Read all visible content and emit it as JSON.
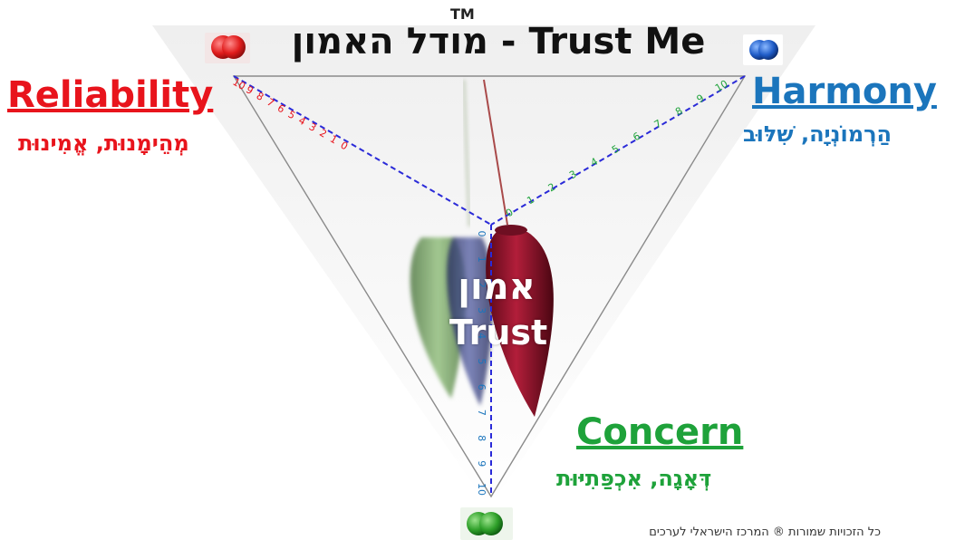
{
  "title": {
    "text": "מודל האמון - Trust Me",
    "tm": "TM"
  },
  "center": {
    "hebrew": "אמון",
    "english": "Trust"
  },
  "axes": {
    "reliability": {
      "english": "Reliability",
      "hebrew": "מְהֵימָנוּת, אֱמִינוּת",
      "color": "#e8141c"
    },
    "harmony": {
      "english": "Harmony",
      "hebrew": "הַרְמוֹנְיָה, שִׁלּוּב",
      "color": "#1b75bc"
    },
    "concern": {
      "english": "Concern",
      "hebrew": "דְּאָגָה, אִכְפַּתִיּוּת",
      "color": "#1ea23a"
    }
  },
  "scale": {
    "left_ticks": [
      "10",
      "9",
      "8",
      "7",
      "6",
      "5",
      "4",
      "3",
      "2",
      "1",
      "0"
    ],
    "right_ticks": [
      "0",
      "1",
      "2",
      "3",
      "4",
      "5",
      "6",
      "7",
      "8",
      "9",
      "10"
    ],
    "bottom_ticks": [
      "0",
      "1",
      "2",
      "3",
      "4",
      "5",
      "6",
      "7",
      "8",
      "9",
      "10"
    ]
  },
  "colors": {
    "axis_line": "#2a2ad8",
    "triangle_stroke": "#8a8a8a",
    "pendulum_red": "#9b1530",
    "pendulum_green": "#5e8f4b",
    "pendulum_blue": "#3d4580"
  },
  "icons": {
    "left_marker": "red-balls-icon",
    "right_marker": "blue-balls-icon",
    "bottom_marker": "green-balls-icon"
  },
  "copyright": "כל הזכויות שמורות ® המרכז הישראלי לערכים"
}
